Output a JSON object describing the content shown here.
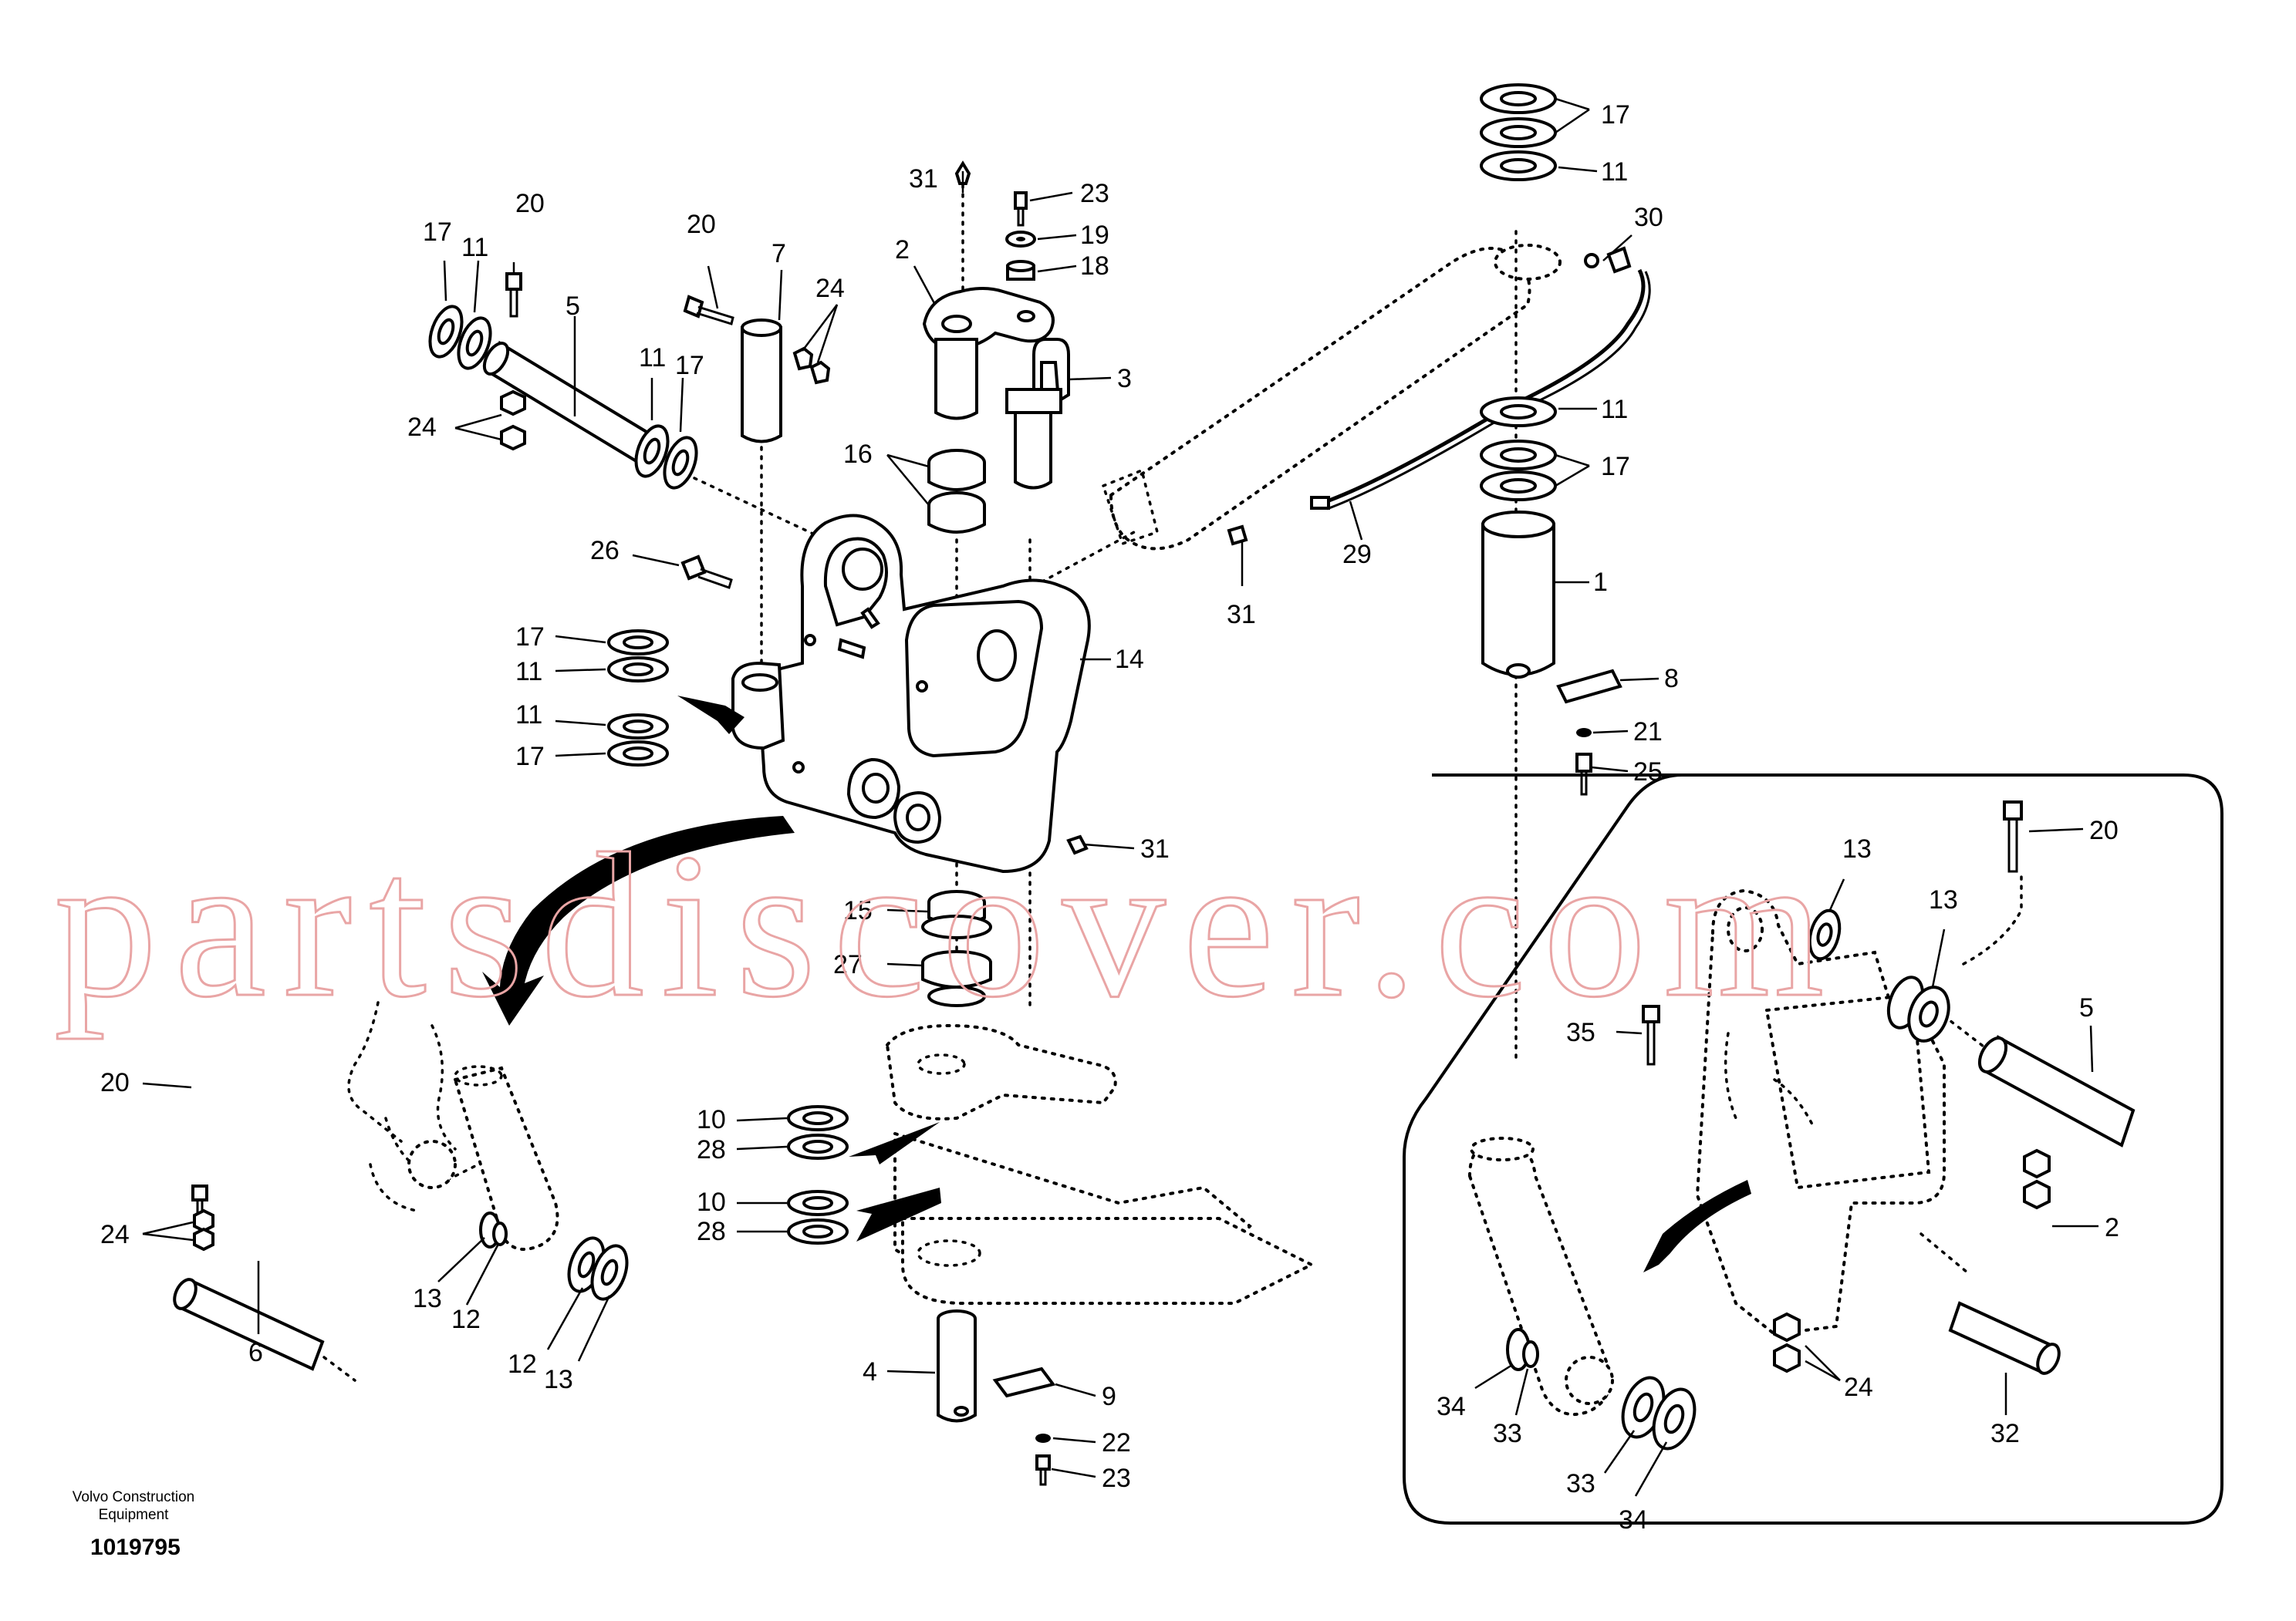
{
  "footer": {
    "company_line1": "Volvo Construction",
    "company_line2": "Equipment",
    "document_number": "1019795"
  },
  "watermark": "partsdiscover.com",
  "callouts": [
    "17",
    "11",
    "11",
    "17",
    "1",
    "8",
    "21",
    "25",
    "30",
    "29",
    "31",
    "31",
    "23",
    "19",
    "18",
    "2",
    "3",
    "16",
    "20",
    "7",
    "24",
    "20",
    "17",
    "11",
    "5",
    "11",
    "17",
    "24",
    "26",
    "17",
    "11",
    "11",
    "17",
    "14",
    "31",
    "15",
    "27",
    "10",
    "28",
    "10",
    "28",
    "20",
    "24",
    "6",
    "13",
    "12",
    "12",
    "13",
    "4",
    "9",
    "22",
    "23",
    "20",
    "13",
    "13",
    "5",
    "35",
    "2",
    "24",
    "32",
    "34",
    "33",
    "33",
    "34"
  ]
}
